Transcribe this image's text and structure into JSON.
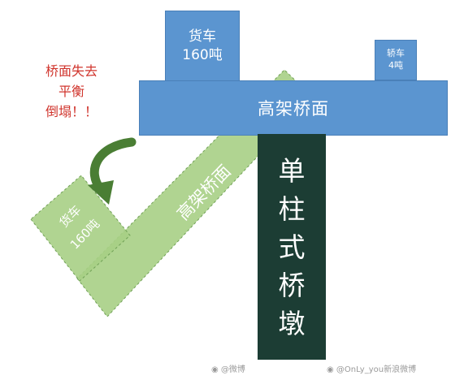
{
  "truck_standing": {
    "line1": "货车",
    "line2": "160吨"
  },
  "car_standing": {
    "line1": "轿车",
    "line2": "4吨"
  },
  "deck_label": "高架桥面",
  "pier_chars": [
    "单",
    "柱",
    "式",
    "桥",
    "墩"
  ],
  "warning_lines": [
    "桥面失去",
    "平衡",
    "倒塌！！"
  ],
  "tilted_deck_label": "高架桥面",
  "tilted_truck": {
    "line1": "货车",
    "line2": "160吨"
  },
  "watermark_left": "@微博",
  "watermark_right": "@OnLy_you新浪微博",
  "colors": {
    "blue_box": "#5b95d0",
    "green_ghost": "#a7cf85",
    "pier": "#1c3d34",
    "arrow": "#4a7e34",
    "warning_text": "#d0342c"
  }
}
